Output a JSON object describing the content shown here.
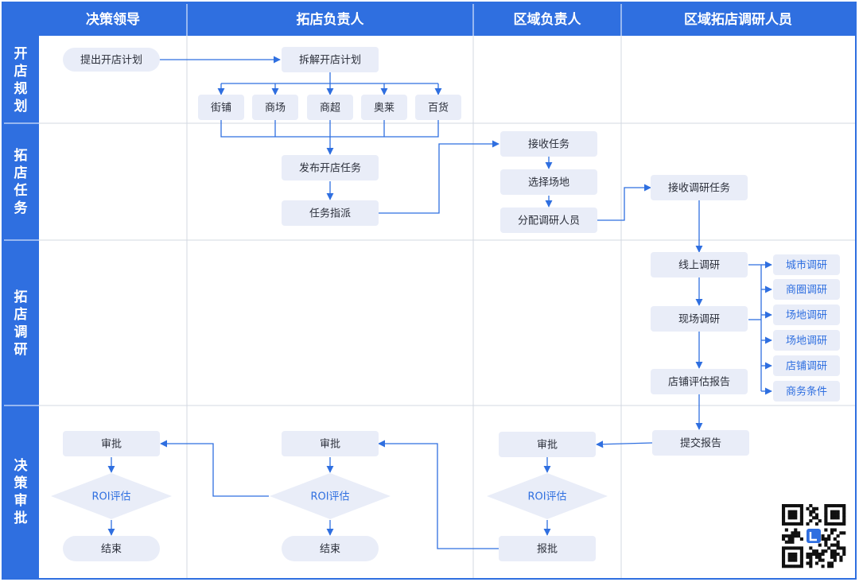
{
  "columns": [
    "决策领导",
    "拓店负责人",
    "区域负责人",
    "区域拓店调研人员"
  ],
  "lanes": [
    "开店规划",
    "拓店任务",
    "拓店调研",
    "决策审批"
  ],
  "nodes": {
    "leader_plan": "提出开店计划",
    "split_plan": "拆解开店计划",
    "street": "街铺",
    "mall": "商场",
    "supermarket": "商超",
    "outlet": "奥莱",
    "dept_store": "百货",
    "publish_task": "发布开店任务",
    "assign_task": "任务指派",
    "receive_task": "接收任务",
    "choose_site": "选择场地",
    "assign_researcher": "分配调研人员",
    "receive_research": "接收调研任务",
    "online_research": "线上调研",
    "field_research": "现场调研",
    "store_report": "店铺评估报告",
    "city_research": "城市调研",
    "district_research": "商圈调研",
    "site_research_1": "场地调研",
    "site_research_2": "场地调研",
    "store_research": "店铺调研",
    "business_terms": "商务条件",
    "submit_report": "提交报告",
    "approve_region": "审批",
    "roi_region": "ROI评估",
    "report_up": "报批",
    "approve_expand": "审批",
    "roi_expand": "ROI评估",
    "end_expand": "结束",
    "approve_leader": "审批",
    "roi_leader": "ROI评估",
    "end_leader": "结束"
  },
  "colors": {
    "header_bg": "#2f6fe0",
    "node_fill": "#e9edf8",
    "connector": "#2f6fe0",
    "grid": "#d3d8e2"
  }
}
